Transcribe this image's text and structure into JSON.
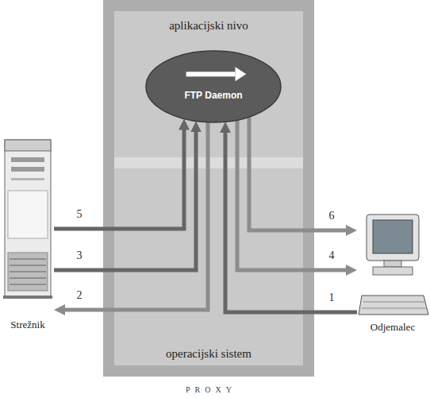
{
  "diagram": {
    "nodes": [
      {
        "text": [
          "aplikacijski nivo",
          "operacijski sistem"
        ]
      },
      {
        "text": [
          "FTP Daemon"
        ],
        "in": 0
      },
      {
        "text": [
          "Strežnik"
        ]
      },
      {
        "text": [
          "Odjemalec"
        ]
      }
    ],
    "edges": [
      {
        "from": 3,
        "to": 1,
        "arrow": "to",
        "label": "1"
      },
      {
        "from": 1,
        "to": 2,
        "arrow": "to",
        "label": "2"
      },
      {
        "from": 2,
        "to": 1,
        "arrow": "to",
        "label": "3"
      },
      {
        "from": 1,
        "to": 3,
        "arrow": "to",
        "label": "4"
      },
      {
        "from": 2,
        "to": 1,
        "arrow": "to",
        "label": "5"
      },
      {
        "from": 1,
        "to": 3,
        "arrow": "to",
        "label": "6"
      }
    ],
    "labels": [
      "PROXY"
    ]
  }
}
